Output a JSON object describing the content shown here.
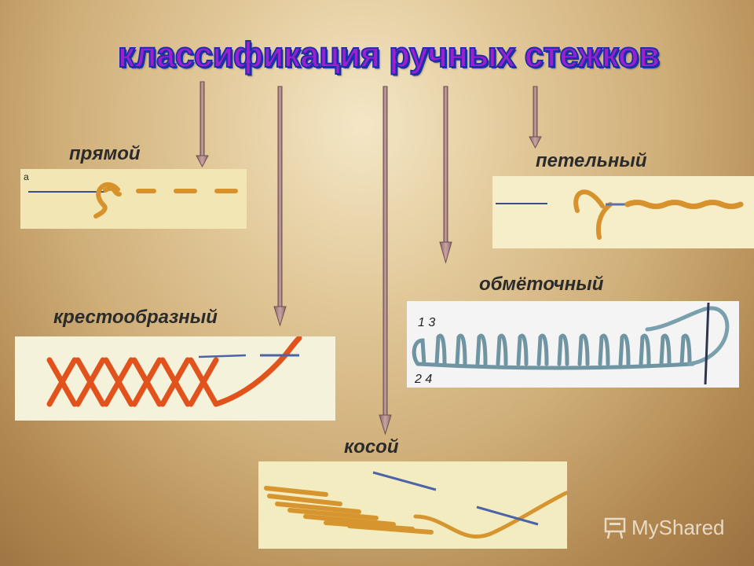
{
  "title": "классификация ручных стежков",
  "stitches": {
    "straight": {
      "label": "прямой",
      "tag": "а"
    },
    "loop": {
      "label": "петельный"
    },
    "overcast": {
      "label": "обмёточный",
      "num_top": "1 3",
      "num_bottom": "2 4"
    },
    "cross": {
      "label": "крестообразный"
    },
    "slanted": {
      "label": "косой"
    }
  },
  "watermark": {
    "text": "MyShared",
    "icon": "presentation-board-icon"
  },
  "colors": {
    "title": "#9d1fd0",
    "title_outline": "#1b2fa8",
    "thread_gold": "#d89a2e",
    "thread_red": "#e2521c",
    "needle": "#5a6fb0"
  }
}
